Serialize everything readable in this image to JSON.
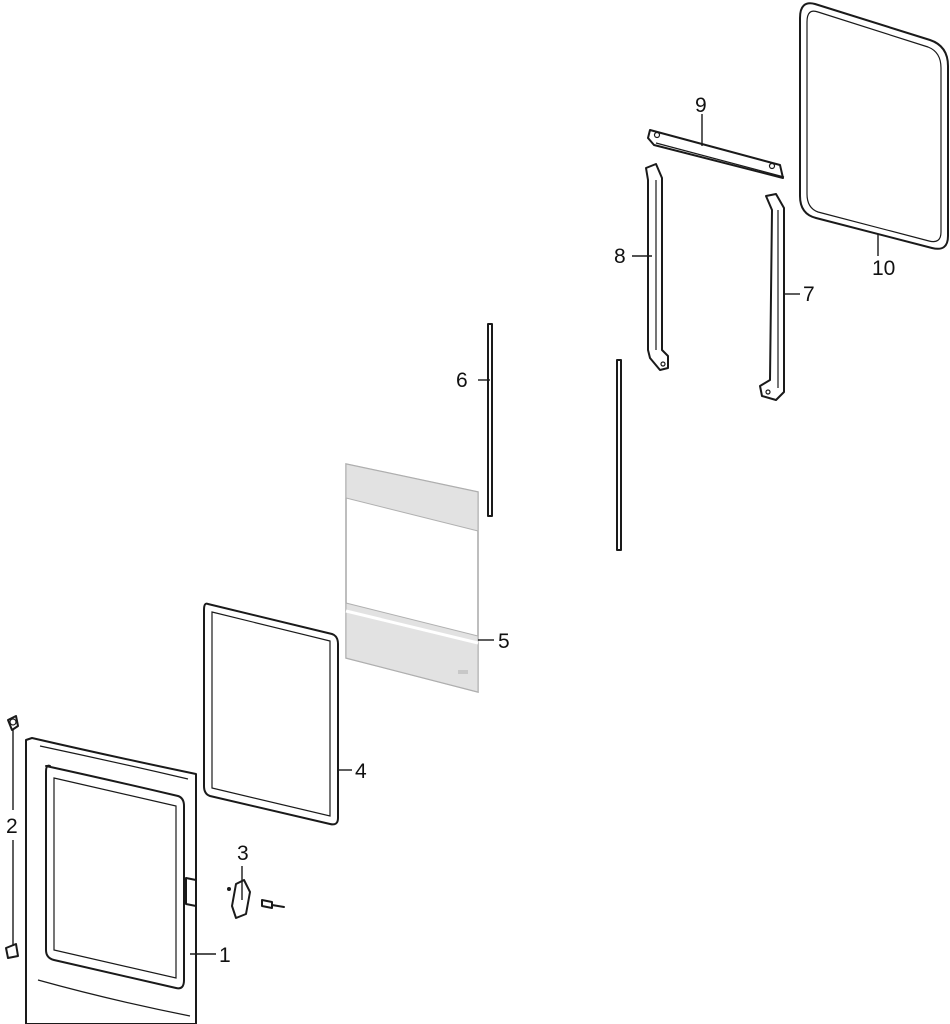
{
  "callouts": {
    "c1": "1",
    "c2": "2",
    "c3": "3",
    "c4": "4",
    "c5": "5",
    "c6": "6",
    "c7": "7",
    "c8": "8",
    "c9": "9",
    "c10": "10"
  },
  "colors": {
    "line": "#1a1a1a",
    "glass": "#e2e2e2",
    "background": "#ffffff"
  }
}
